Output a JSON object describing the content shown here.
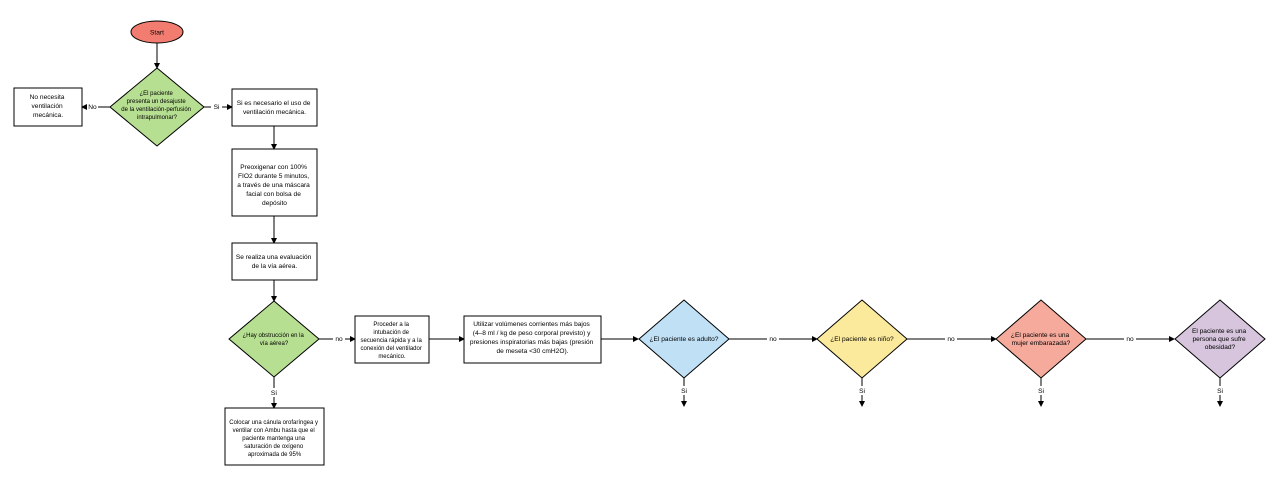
{
  "diagram": {
    "start": {
      "label": "Start",
      "color": "#f27c6f"
    },
    "decision_desajuste": {
      "lines": [
        "¿El paciente",
        "presenta un desajuste",
        "de la ventilación-perfusión",
        "intrapulmonar?"
      ],
      "color": "#b7df92"
    },
    "no_necesita": {
      "lines": [
        "No necesita",
        "ventilación",
        "mecánica."
      ]
    },
    "uso_ventilacion": {
      "lines": [
        "Si es necesario el uso de",
        "ventilación mecánica."
      ]
    },
    "preoxigenar": {
      "lines": [
        "Preoxigenar con 100%",
        "FIO2 durante 5 minutos,",
        "a través de una máscara",
        "facial con bolsa de",
        "depósito"
      ]
    },
    "evaluacion": {
      "lines": [
        "Se realiza una evaluación",
        "de la vía aérea."
      ]
    },
    "decision_obstruccion": {
      "lines": [
        "¿Hay obstrucción en la",
        "vía aérea?"
      ],
      "color": "#b7df92"
    },
    "intubacion": {
      "lines": [
        "Proceder a la",
        "intubación de",
        "secuencia rápida y a la",
        "conexión del ventilador",
        "mecánico."
      ]
    },
    "volumenes": {
      "lines": [
        "Utilizar volúmenes corrientes más bajos",
        "(4–8 ml / kg de peso corporal previsto) y",
        "presiones inspiratorias más bajas (presión",
        "de meseta <30 cmH2O)."
      ]
    },
    "canula": {
      "lines": [
        "Colocar una cánula orofaríngea y",
        "ventilar con Ambu hasta que el",
        "paciente mantenga una",
        "saturación de oxígeno",
        "aproximada de 95%"
      ]
    },
    "decision_adulto": {
      "lines": [
        "¿El paciente es adulto?"
      ],
      "color": "#bfe0f5"
    },
    "decision_nino": {
      "lines": [
        "¿El paciente es niño?"
      ],
      "color": "#fbe99c"
    },
    "decision_embarazada": {
      "lines": [
        "¿El paciente es una",
        "mujer embarazada?"
      ],
      "color": "#f5aa9c"
    },
    "decision_obesidad": {
      "lines": [
        "El paciente es una",
        "persona que sufre",
        "obesidad?"
      ],
      "color": "#d6c5dd"
    },
    "edges": {
      "no": "No",
      "si": "Si",
      "no_lower": "no",
      "si_accent": "Sí",
      "si_lower": "Si"
    }
  }
}
